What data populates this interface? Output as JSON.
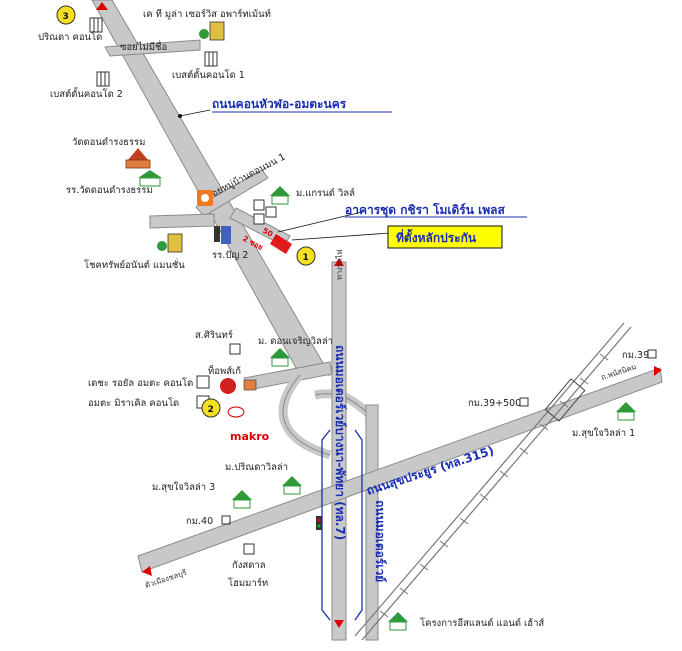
{
  "roads": {
    "hua_fo_amata_nakhon": "ถนนคอนหัวฬอ-อมตะนคร",
    "sukhumvit_7": "ถนนมอเตอร์เวย์บางนา-พัทยา (ทล.7)",
    "sukprayoon_315": "ถนนสุขประยูร (ทล.315)",
    "motorway_side": "ถนนมอเตอร์เวย์",
    "soi_ban_don": "ซอยหมู่บ้านดอนมน 1",
    "soi_mai_mi_chue": "ซอยไม่มีชื่อ",
    "to_phanat": "ถ.พนัสนิคม",
    "to_chonburi": "ตัวเมืองชลบุรี",
    "khlong_rail": "ทางรถไฟ"
  },
  "places": {
    "parinda_condo": "ปริณดา คอนโด",
    "kt_mula": "เค ที มูล่า เซอร์วิส อพาร์ทเม้นท์",
    "best_condo_1": "เบสต์ดั้นคอนโด 1",
    "best_condo_2": "เบสต์ดั้นคอนโด 2",
    "wat_don": "วัดดอนดำรงธรรม",
    "school_wat": "รร.วัดดอนดำรงธรรม",
    "grand_ville": "ม.แกรนด์ วิลล์",
    "chok_sap": "โชคทรัพย์อนันต์ แมนชั่น",
    "rr_pu2": "รร.ปัญ 2",
    "sarin": "ส.ศิรินทร์",
    "don_charoen": "ม. ดอนเจริญวิลล่า",
    "tops": "ท็อพส์เก้",
    "decha": "เดชะ รอยัล อมตะ คอนโด",
    "amata_miracle": "อมตะ มิราเคิล คอนโด",
    "makro": "makro",
    "parinda_villa": "ม.ปริณดาวิลล่า",
    "sukjai_3": "ม.สุขใจวิลล่า 3",
    "sukjai_1": "ม.สุขใจวิลล่า 1",
    "km40": "กม.40",
    "km39": "กม.39",
    "km39_500": "กม.39+500",
    "kung": "กังสดาล",
    "home_mart": "โฮมมาร์ท",
    "island": "โครงการอีสแลนด์ แอนด์ เฮ้าส์"
  },
  "property": {
    "name": "อาคารชุด กชิรา โมเดิร์น เพลส",
    "security_place": "ที่ตั้งหลักประกัน",
    "road_markings_a": "2 ซอย",
    "road_markings_b": "50 ม."
  },
  "markers": {
    "m1": "1",
    "m2": "2",
    "m3": "3"
  },
  "colors": {
    "road_fill": "#c8c8c8",
    "road_edge": "#8a8a8a",
    "title_blue": "#1a2fb0",
    "callout_yellow": "#ffff00",
    "marker_yellow": "#f4e020",
    "icon_green": "#2f9a3a",
    "property_red": "#e11b1b"
  }
}
